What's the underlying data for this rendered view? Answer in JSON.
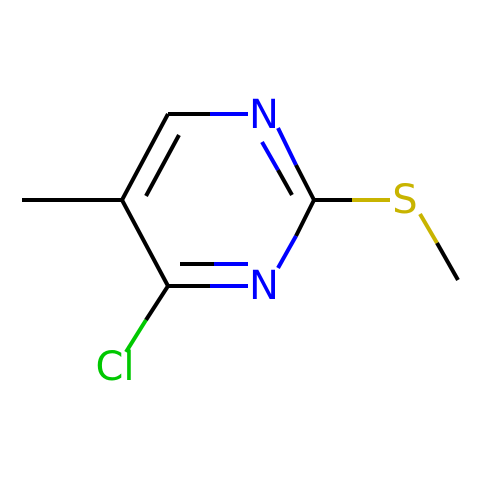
{
  "atoms": {
    "n1": {
      "symbol": "N",
      "color": "#0000ff"
    },
    "n3": {
      "symbol": "N",
      "color": "#0000ff"
    },
    "s": {
      "symbol": "S",
      "color": "#c8b400"
    },
    "cl": {
      "symbol": "Cl",
      "color": "#00c800"
    }
  },
  "colors": {
    "carbon_bond": "#000000",
    "nitrogen": "#0000ff",
    "sulfur": "#c8b400",
    "chlorine": "#00c800"
  }
}
